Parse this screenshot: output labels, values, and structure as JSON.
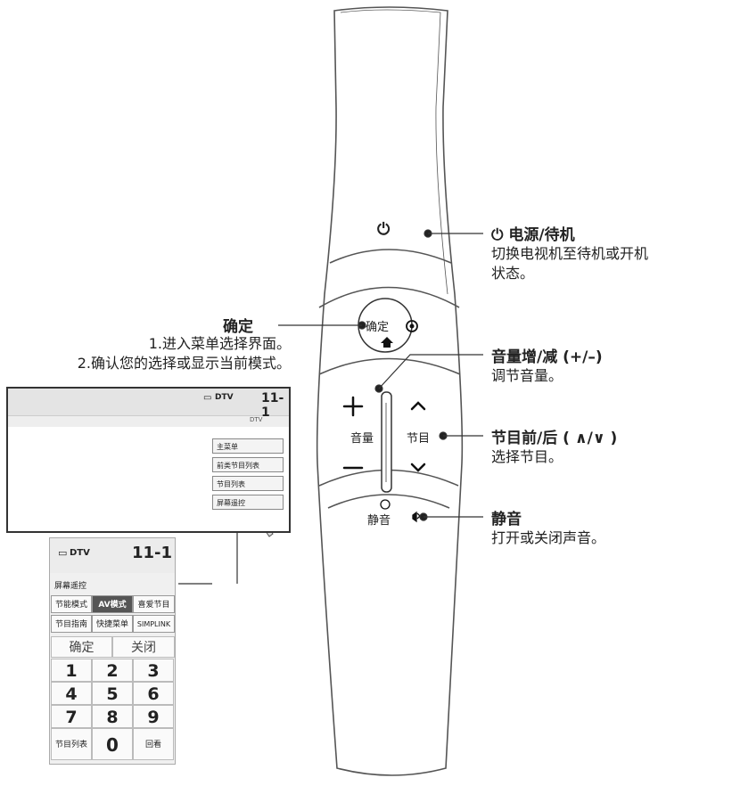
{
  "remote": {
    "power_symbol": "⏻",
    "ok_label": "确定",
    "volume_label": "音量",
    "channel_label": "节目",
    "mute_label": "静音",
    "plus": "+",
    "minus": "—",
    "up": "^",
    "down": "v"
  },
  "callouts": {
    "power": {
      "title": "电源/待机",
      "desc": [
        "切换电视机至待机或开机",
        "状态。"
      ]
    },
    "ok": {
      "title": "确定",
      "desc": [
        "1.进入菜单选择界面。",
        "2.确认您的选择或显示当前模式。"
      ]
    },
    "volume": {
      "title": "音量增/减 (+/–)",
      "desc": [
        "调节音量。"
      ]
    },
    "channel": {
      "title": "节目前/后 ( ∧/∨ )",
      "desc": [
        "选择节目。"
      ]
    },
    "mute": {
      "title": "静音",
      "desc": [
        "打开或关闭声音。"
      ]
    }
  },
  "tv_screen": {
    "channel_type": "DTV",
    "channel_number": "11-1",
    "sub_label": "DTV",
    "menu_items": [
      "主菜单",
      "前类节目列表",
      "节目列表",
      "屏幕遥控"
    ]
  },
  "screen_remote": {
    "channel_type": "DTV",
    "channel_number": "11-1",
    "title": "屏幕遥控",
    "row1": [
      "节能模式",
      "AV模式",
      "喜爱节目"
    ],
    "row2": [
      "节目指南",
      "快捷菜单",
      "SIMPLINK"
    ],
    "ok": "确定",
    "close": "关闭",
    "numbers": [
      "1",
      "2",
      "3",
      "4",
      "5",
      "6",
      "7",
      "8",
      "9"
    ],
    "bottom": [
      "节目列表",
      "0",
      "回看"
    ]
  },
  "colors": {
    "line": "#333333",
    "outline": "#555555"
  }
}
